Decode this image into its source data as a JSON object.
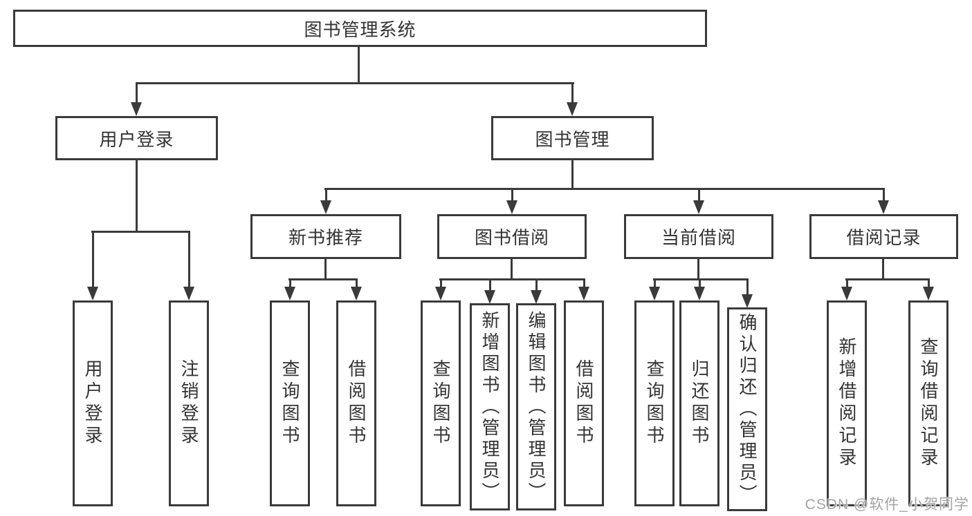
{
  "colors": {
    "line": "#3a3a3a",
    "text": "#333333",
    "background": "#ffffff",
    "watermark": "#a3a3a3"
  },
  "watermark": "CSDN @软件_小贺同学",
  "tree": {
    "root": "图书管理系统",
    "branches": [
      {
        "label": "用户登录",
        "children": [
          "用户登录",
          "注销登录"
        ]
      },
      {
        "label": "图书管理",
        "sections": [
          {
            "label": "新书推荐",
            "children": [
              "查询图书",
              "借阅图书"
            ]
          },
          {
            "label": "图书借阅",
            "children": [
              "查询图书",
              "新增图书（管理员）",
              "编辑图书（管理员）",
              "借阅图书"
            ]
          },
          {
            "label": "当前借阅",
            "children": [
              "查询图书",
              "归还图书",
              "确认归还（管理员）"
            ]
          },
          {
            "label": "借阅记录",
            "children": [
              "新增借阅记录",
              "查询借阅记录"
            ]
          }
        ]
      }
    ]
  }
}
